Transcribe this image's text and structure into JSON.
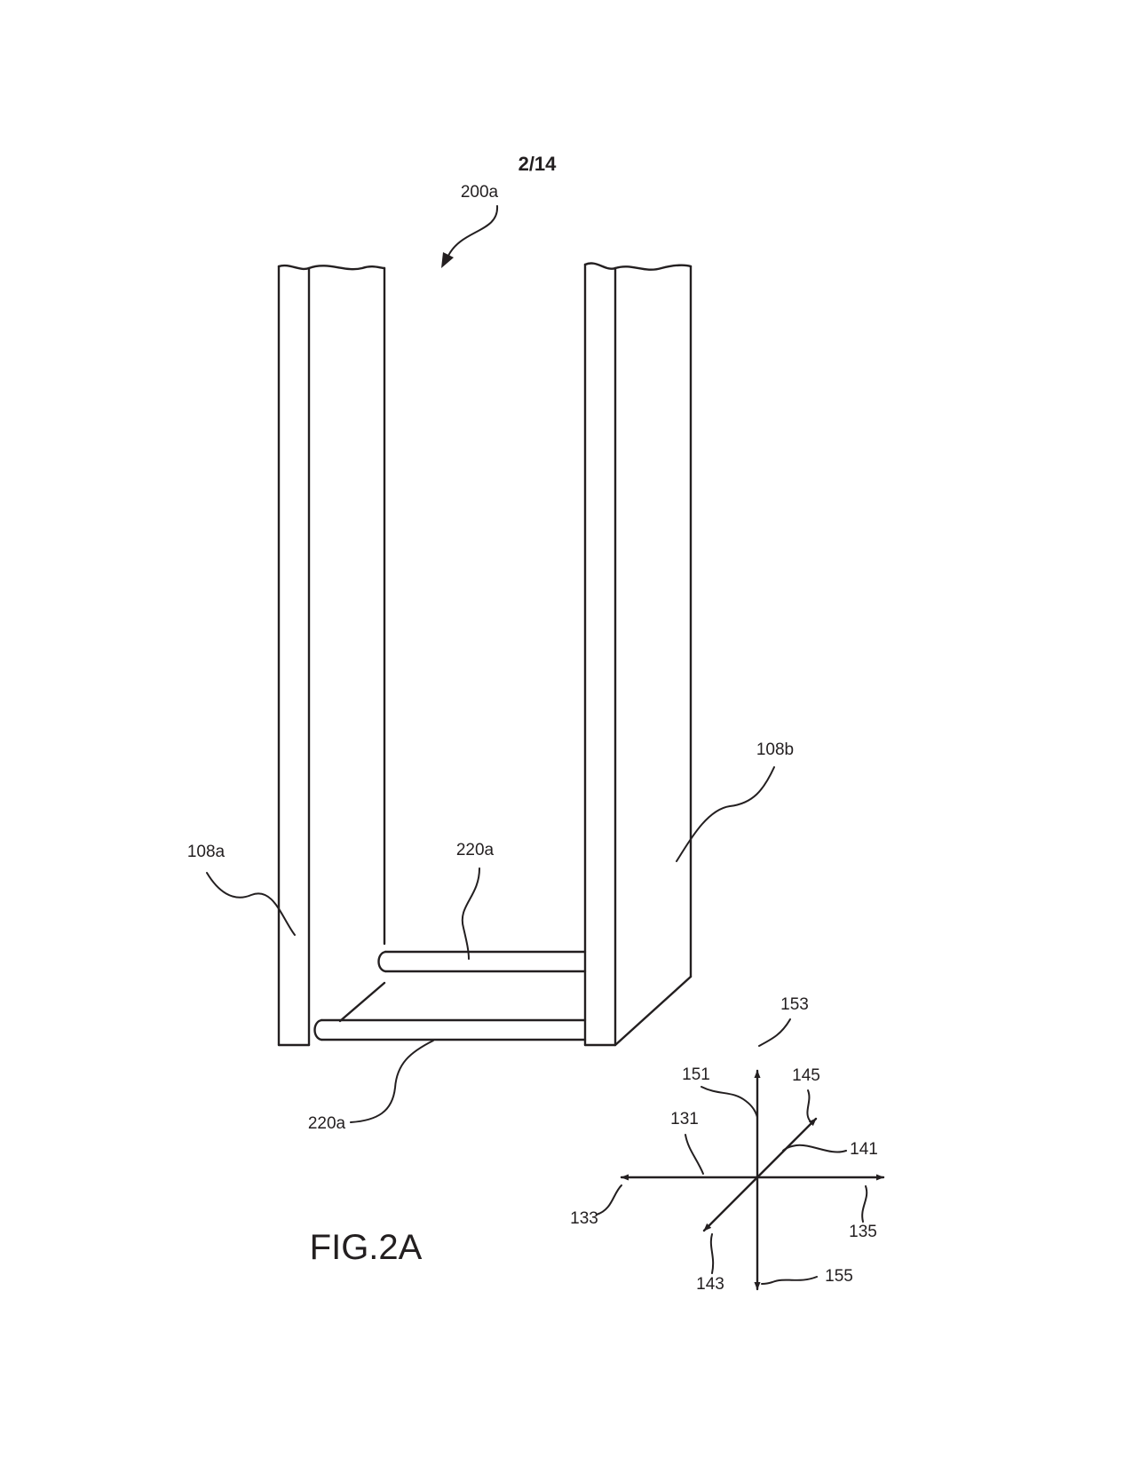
{
  "sheet": {
    "number": "2/14"
  },
  "figure": {
    "label": "FIG.2A"
  },
  "references": {
    "assembly": "200a",
    "wall_left": "108a",
    "wall_right": "108b",
    "rod_upper": "220a",
    "rod_lower": "220a",
    "axis_131": "131",
    "axis_133": "133",
    "axis_135": "135",
    "axis_141": "141",
    "axis_143": "143",
    "axis_145": "145",
    "axis_151": "151",
    "axis_153": "153",
    "axis_155": "155"
  },
  "colors": {
    "ink": "#231f20",
    "paper": "#ffffff"
  }
}
